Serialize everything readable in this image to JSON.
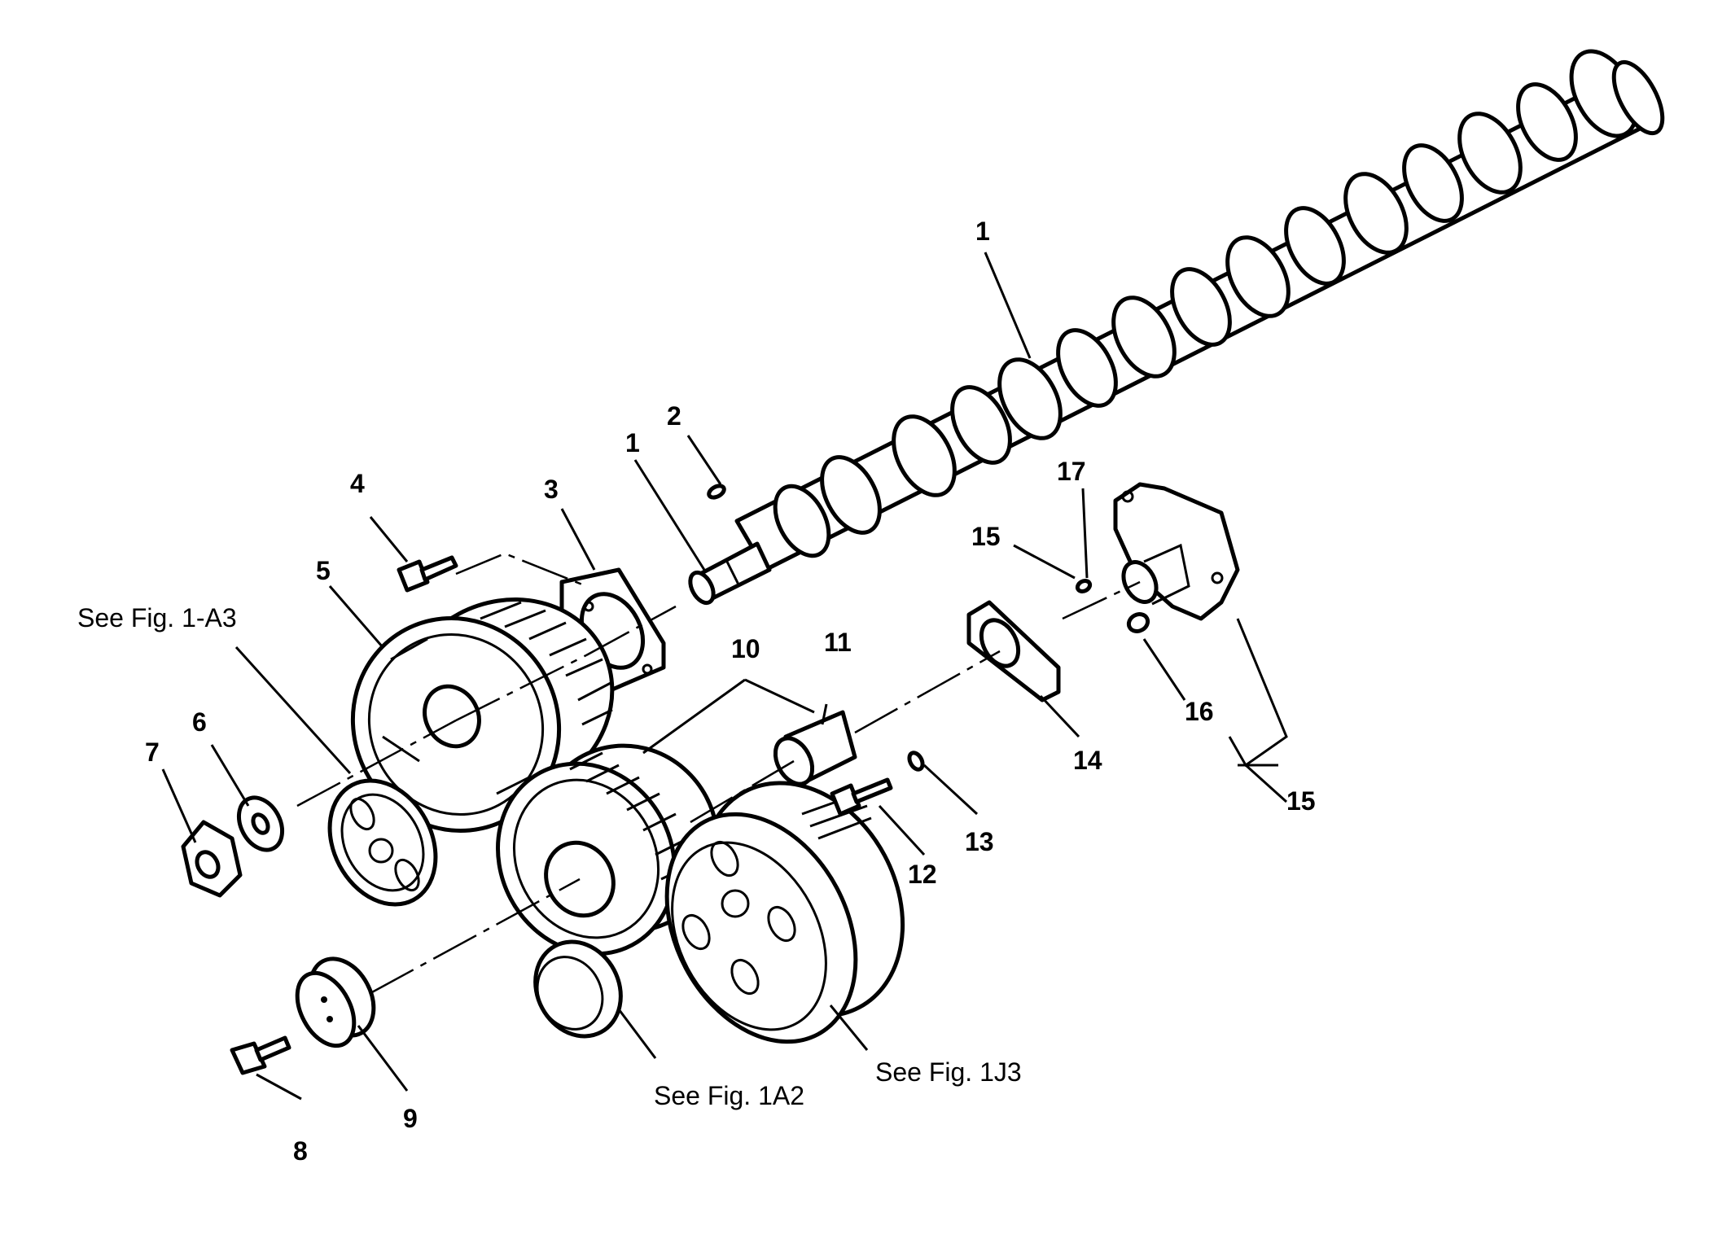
{
  "callouts": {
    "c1_top": "1",
    "c1_mid": "1",
    "c2": "2",
    "c3": "3",
    "c4": "4",
    "c5": "5",
    "c6": "6",
    "c7": "7",
    "c8": "8",
    "c9": "9",
    "c10": "10",
    "c11": "11",
    "c12": "12",
    "c13": "13",
    "c14": "14",
    "c15_pin": "15",
    "c15_assembly": "15",
    "c16": "16",
    "c17": "17"
  },
  "references": {
    "fig_1a3": "See Fig. 1-A3",
    "fig_1a2": "See Fig. 1A2",
    "fig_1j3": "See Fig. 1J3"
  }
}
